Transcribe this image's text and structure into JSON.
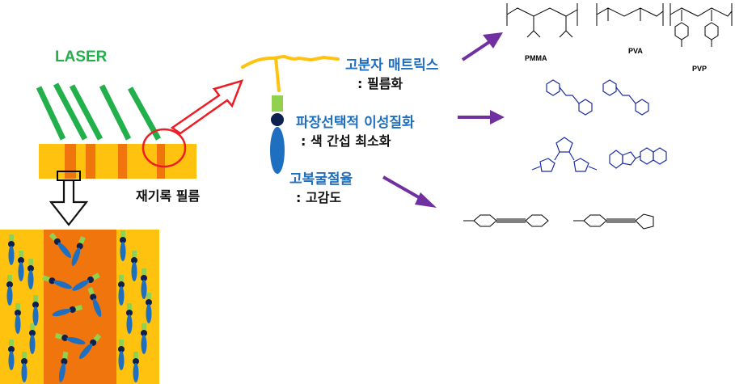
{
  "laser": {
    "label": "LASER"
  },
  "film": {
    "label": "재기록 필름"
  },
  "properties": [
    {
      "title": "고분자 매트릭스",
      "note": ": 필름화"
    },
    {
      "title": "파장선택적 이성질화",
      "note": ": 색 간섭 최소화"
    },
    {
      "title": "고복굴절율",
      "note": ": 고감도"
    }
  ],
  "polymers": [
    "PMMA",
    "PVA",
    "PVP"
  ],
  "colors": {
    "laser_green": "#22b04b",
    "film_yellow": "#ffc20e",
    "film_orange": "#f0750d",
    "title_blue": "#1f6fc0",
    "arrow_purple": "#7030a0",
    "arrow_red": "#ee1c24",
    "molecule_blue": "#1f6fc0",
    "molecule_navy": "#0d2150",
    "molecule_green": "#92d050"
  }
}
